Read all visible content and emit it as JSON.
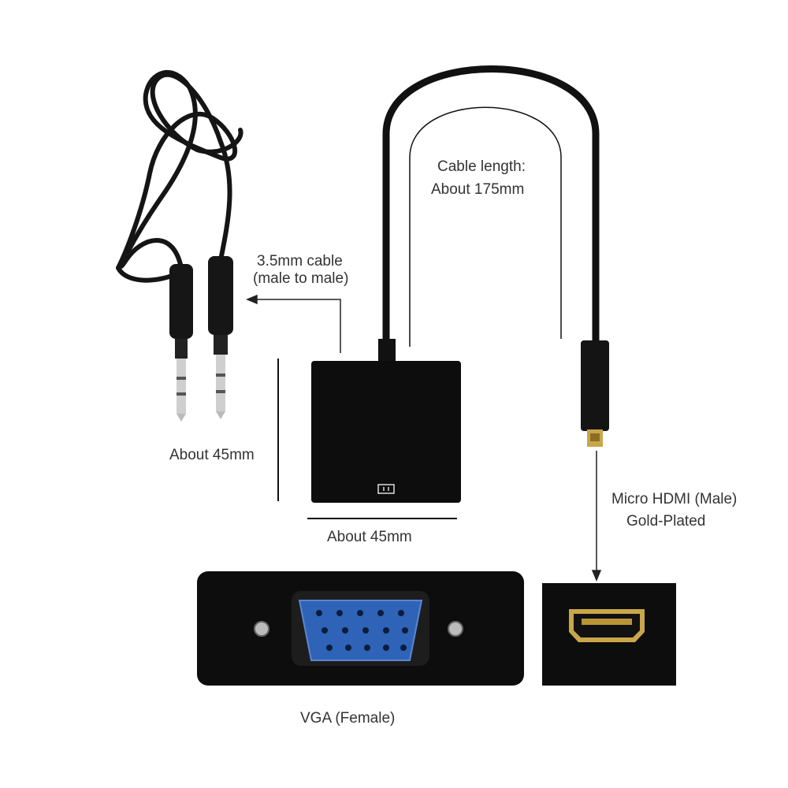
{
  "labels": {
    "cable_length_title": "Cable length:",
    "cable_length_value": "About 175mm",
    "audio_cable_title": "3.5mm cable",
    "audio_cable_subtitle": "(male to male)",
    "height_label": "About 45mm",
    "width_label": "About 45mm",
    "hdmi_title": "Micro HDMI (Male)",
    "hdmi_subtitle": "Gold-Plated",
    "vga_label": "VGA (Female)"
  },
  "colors": {
    "device": "#111111",
    "vga_blue": "#2f63b8",
    "gold": "#c9a64a",
    "text": "#333333"
  }
}
